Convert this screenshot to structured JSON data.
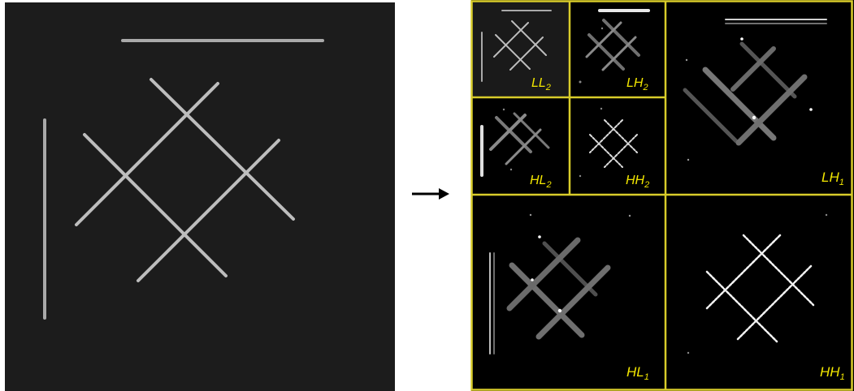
{
  "figure": {
    "arrow_icon": "right-arrow-icon",
    "subbands": [
      {
        "id": "LL2",
        "base": "LL",
        "sub": "2"
      },
      {
        "id": "LH2",
        "base": "LH",
        "sub": "2"
      },
      {
        "id": "HL2",
        "base": "HL",
        "sub": "2"
      },
      {
        "id": "HH2",
        "base": "HH",
        "sub": "2"
      },
      {
        "id": "LH1",
        "base": "LH",
        "sub": "1"
      },
      {
        "id": "HL1",
        "base": "HL",
        "sub": "1"
      },
      {
        "id": "HH1",
        "base": "HH",
        "sub": "1"
      }
    ],
    "colors": {
      "original_bg": "#1c1c1c",
      "subband_bg": "#000000",
      "ll_bg": "#1a1a1a",
      "grid_line": "#d8cc2a",
      "label": "#f2e600",
      "line": "#bdbdbd",
      "arrow": "#000000"
    }
  }
}
